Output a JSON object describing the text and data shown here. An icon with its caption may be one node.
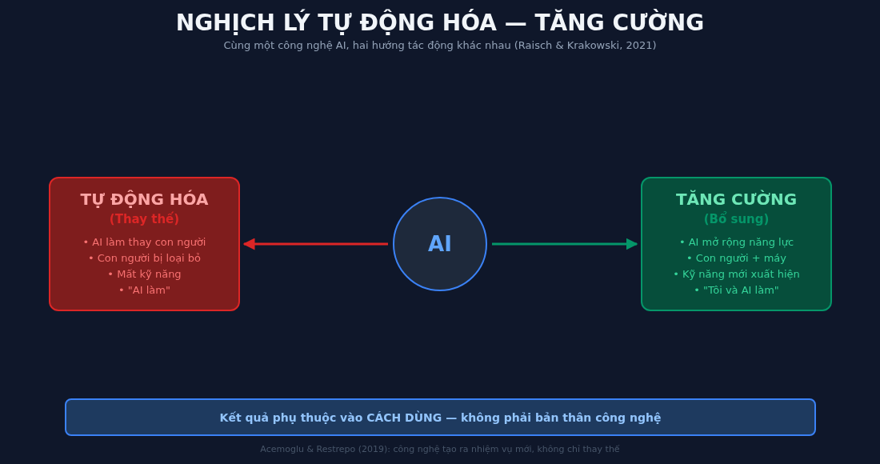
{
  "diagram": {
    "title": "NGHỊCH LÝ TỰ ĐỘNG HÓA — TĂNG CƯỜNG",
    "nodes": [
      {
        "text": [
          "TỰ ĐỘNG HÓA",
          "(Thay thế)",
          "• AI làm thay con người",
          "• Con người bị loại bỏ",
          "• Mất kỹ năng",
          "• \"AI làm\""
        ]
      },
      {
        "text": [
          "AI"
        ]
      },
      {
        "text": [
          "TĂNG CƯỜNG",
          "(Bổ sung)",
          "• AI mở rộng năng lực",
          "• Con người + máy",
          "• Kỹ năng mới xuất hiện",
          "• \"Tôi và AI làm\""
        ]
      },
      {
        "text": [
          "Kết quả phụ thuộc vào CÁCH DÙNG — không phải bản thân công nghệ"
        ]
      }
    ],
    "edges": [
      {
        "from": 1,
        "to": 0,
        "arrow": "to",
        "color": "#dc2626"
      },
      {
        "from": 1,
        "to": 2,
        "arrow": "to",
        "color": "#059669"
      }
    ],
    "labels": [
      "Cùng một công nghệ AI, hai hướng tác động khác nhau (Raisch & Krakowski, 2021)"
    ],
    "caption": "Acemoglu & Restrepo (2019): công nghệ tạo ra nhiệm vụ mới, không chỉ thay thế"
  }
}
